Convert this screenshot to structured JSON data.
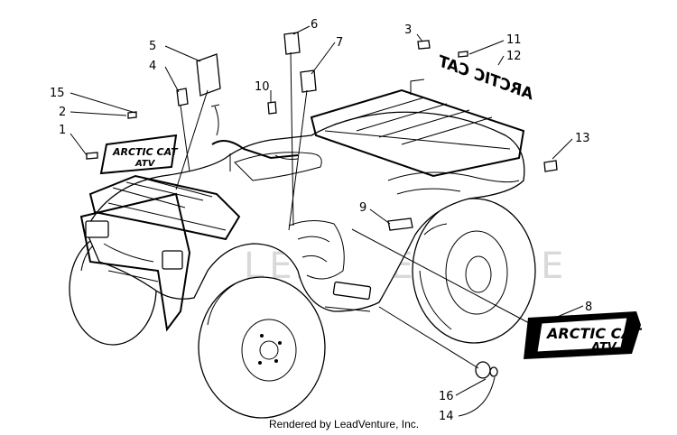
{
  "diagram": {
    "callouts": [
      {
        "id": "c1",
        "number": "1"
      },
      {
        "id": "c2",
        "number": "2"
      },
      {
        "id": "c3",
        "number": "3"
      },
      {
        "id": "c4",
        "number": "4"
      },
      {
        "id": "c5",
        "number": "5"
      },
      {
        "id": "c6",
        "number": "6"
      },
      {
        "id": "c7",
        "number": "7"
      },
      {
        "id": "c8",
        "number": "8"
      },
      {
        "id": "c9",
        "number": "9"
      },
      {
        "id": "c10",
        "number": "10"
      },
      {
        "id": "c11",
        "number": "11"
      },
      {
        "id": "c12",
        "number": "12"
      },
      {
        "id": "c13",
        "number": "13"
      },
      {
        "id": "c14",
        "number": "14"
      },
      {
        "id": "c15",
        "number": "15"
      },
      {
        "id": "c16",
        "number": "16"
      }
    ],
    "decals": {
      "small_line1": "ARCTIC CAT",
      "small_line2": "ATV",
      "large_line1": "ARCTIC CAT",
      "large_line2": "ATV",
      "rear_text": "ARCTIC CAT"
    },
    "watermark": "LEADVENTURE",
    "credit": "Rendered by LeadVenture, Inc."
  }
}
